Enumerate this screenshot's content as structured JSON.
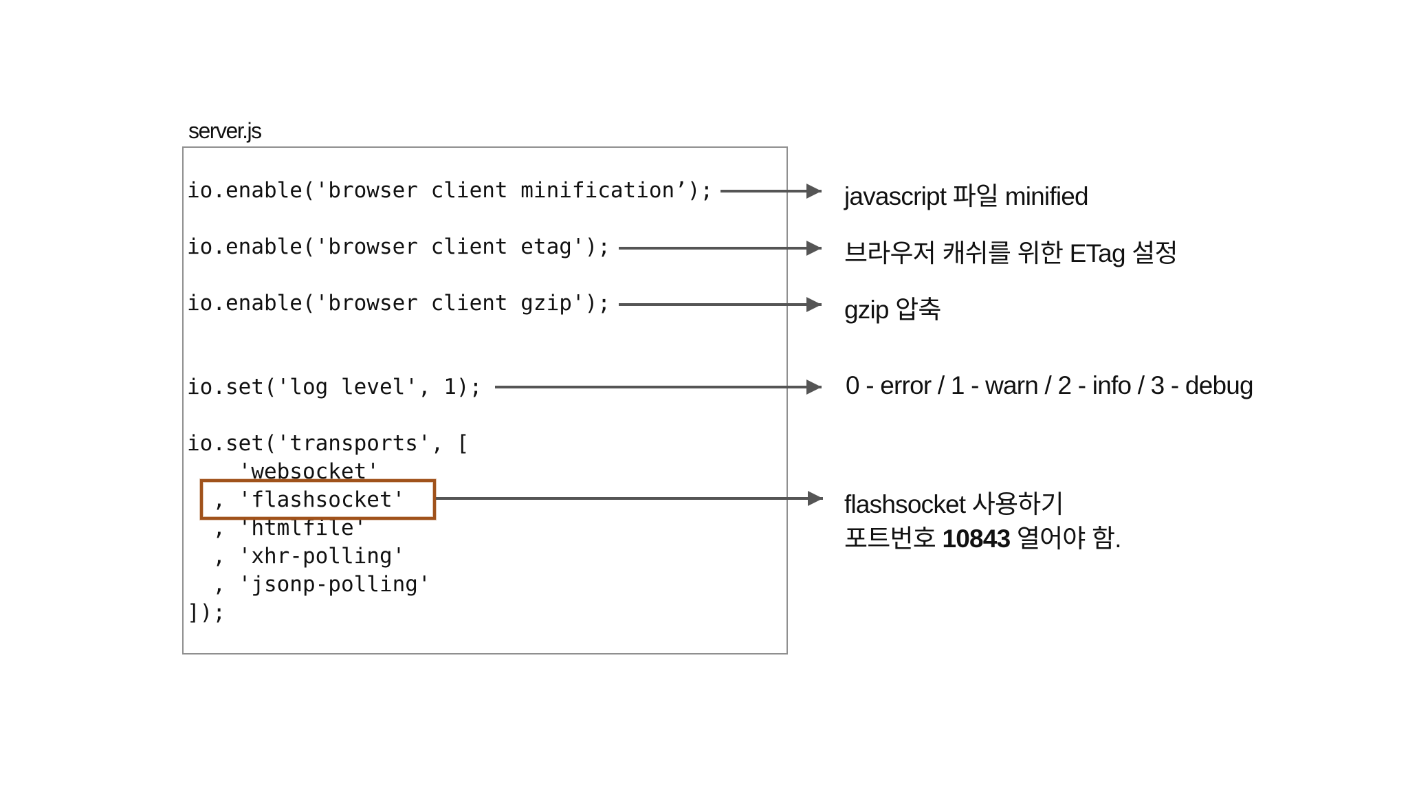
{
  "file_label": "server.js",
  "code_lines": {
    "minification": "io.enable('browser client minification’);",
    "etag": "io.enable('browser client etag');",
    "gzip": "io.enable('browser client gzip');",
    "log_level": "io.set('log level', 1);",
    "transports_open": "io.set('transports', [",
    "websocket": "    'websocket'",
    "flashsocket": "  , 'flashsocket'",
    "htmlfile": "  , 'htmlfile'",
    "xhr_polling": "  , 'xhr-polling'",
    "jsonp_polling": "  , 'jsonp-polling'",
    "close": "]);"
  },
  "notes": {
    "minification": "javascript 파일 minified",
    "etag": "브라우저 캐쉬를 위한 ETag 설정",
    "gzip": "gzip 압축",
    "log_level": "0 - error / 1 - warn / 2 - info / 3 - debug",
    "flashsocket_line1": "flashsocket 사용하기",
    "flashsocket_line2_prefix": "포트번호 ",
    "flashsocket_port": "10843",
    "flashsocket_line2_suffix": " 열어야 함."
  },
  "colors": {
    "arrow": "#555555",
    "highlight_border": "#a0521b",
    "box_border": "#8f8f8f"
  }
}
